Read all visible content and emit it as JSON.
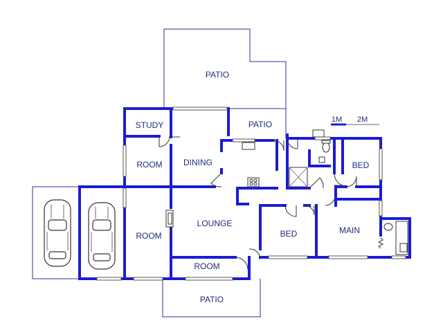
{
  "rooms": {
    "patio_top": "PATIO",
    "patio_middle": "PATIO",
    "patio_bottom": "PATIO",
    "study": "STUDY",
    "room_left_top": "ROOM",
    "dining": "DINING",
    "bed_right": "BED",
    "lounge": "LOUNGE",
    "room_left_bottom": "ROOM",
    "room_bottom": "ROOM",
    "bed_middle": "BED",
    "main": "MAIN"
  },
  "scale_bar": {
    "label_1": "1M",
    "label_2": "2M"
  },
  "colors": {
    "wall": "#1b1bd6",
    "outline": "#2e2e9e",
    "label": "#1e2b7a"
  }
}
